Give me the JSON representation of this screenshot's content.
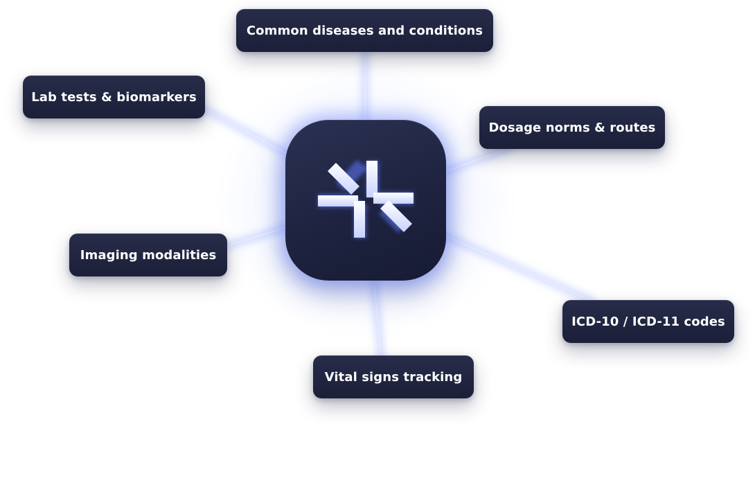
{
  "diagram": {
    "hub": {
      "icon": "split-arrows-logo-icon"
    },
    "nodes": [
      {
        "id": "common-diseases",
        "label": "Common diseases and conditions"
      },
      {
        "id": "lab-tests",
        "label": "Lab tests & biomarkers"
      },
      {
        "id": "dosage",
        "label": "Dosage norms & routes"
      },
      {
        "id": "imaging",
        "label": "Imaging modalities"
      },
      {
        "id": "icd-codes",
        "label": "ICD-10 / ICD-11 codes"
      },
      {
        "id": "vital-signs",
        "label": "Vital signs tracking"
      }
    ],
    "colors": {
      "background": "#ffffff",
      "node_fill": "#1f2440",
      "hub_fill": "#1e2340",
      "glow": "#6f8cff",
      "text": "#ffffff"
    }
  }
}
